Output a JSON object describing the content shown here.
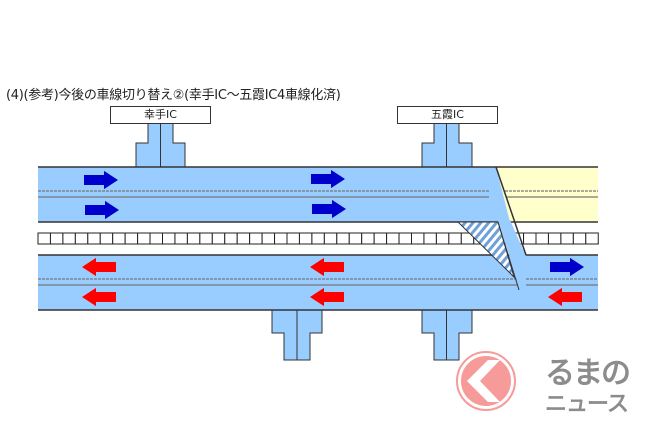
{
  "title": "(4)(参考)今後の車線切り替え②(幸手IC～五霞IC4車線化済)",
  "interchanges": [
    {
      "label": "幸手IC"
    },
    {
      "label": "五霞IC"
    }
  ],
  "colors": {
    "road": "#99ccff",
    "closed_area": "#ffffcc",
    "arrow_up": "#0000cc",
    "arrow_down": "#ff0000",
    "logo": "#f79a9a",
    "logo_text": "#8c8c8c"
  },
  "logo": {
    "line1": "るまの",
    "line2": "ニュース",
    "text": "くるまのニュース"
  }
}
